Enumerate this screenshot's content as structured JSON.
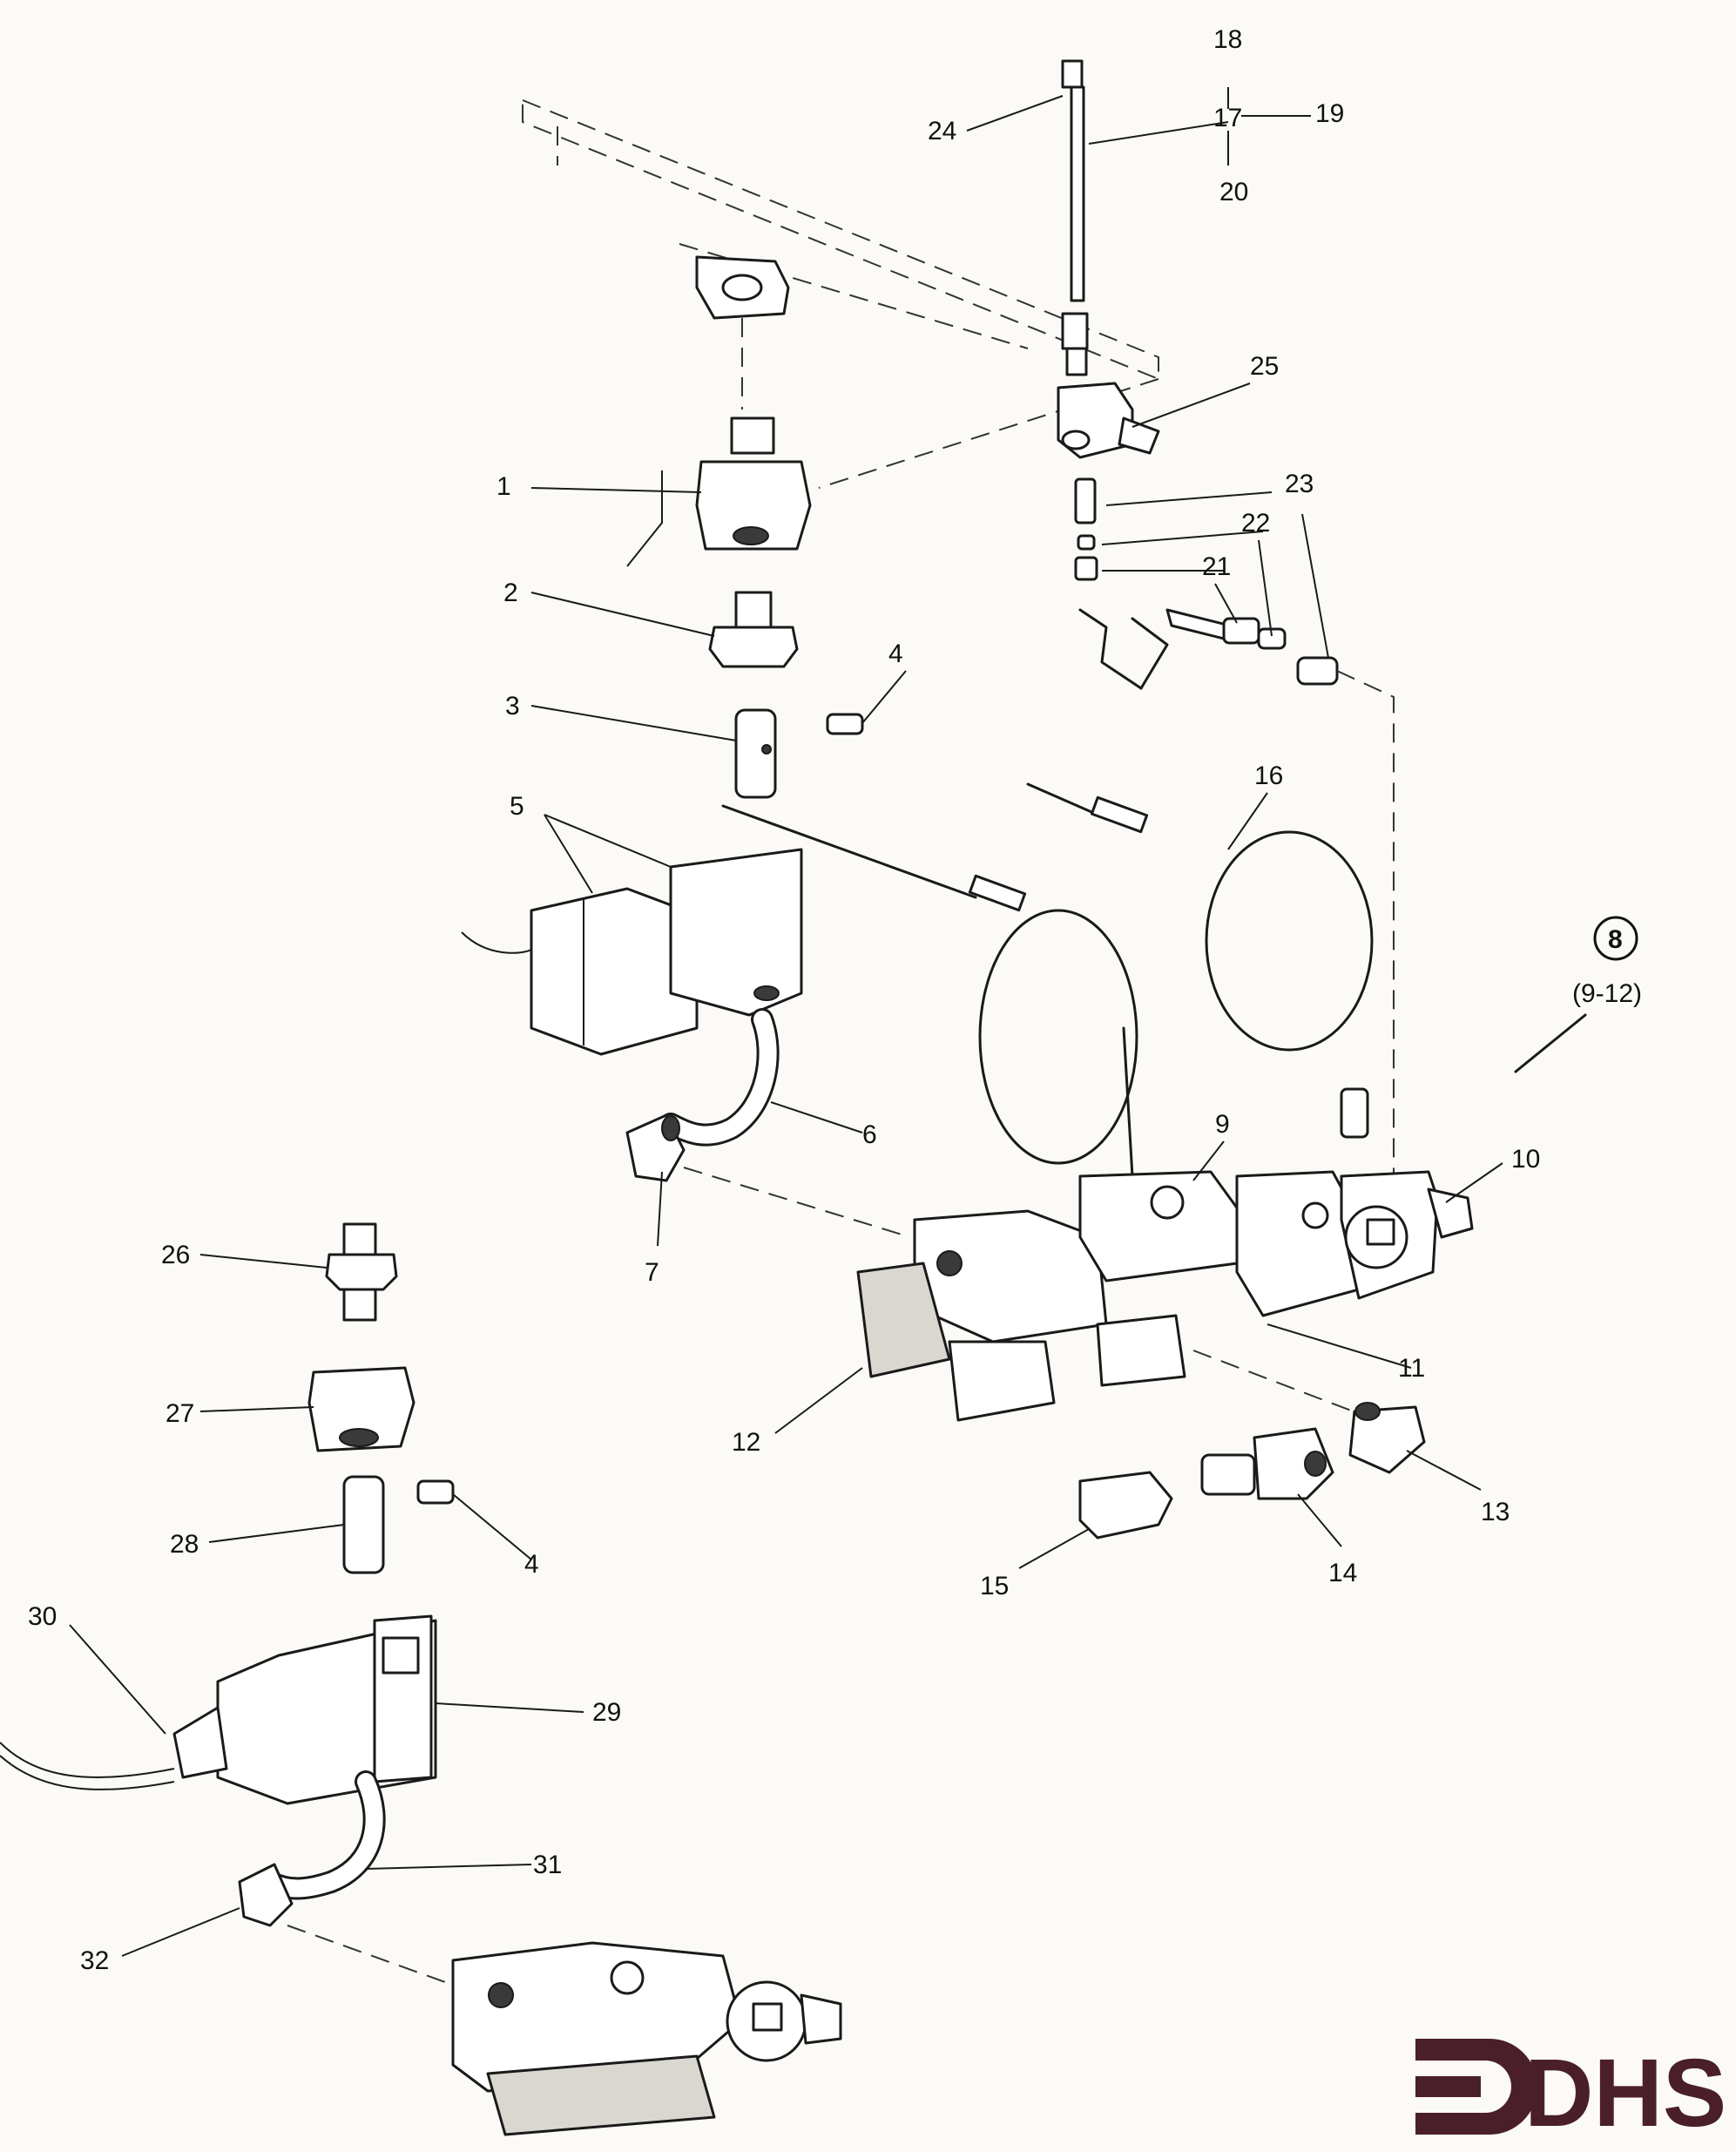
{
  "callouts": {
    "c1": "1",
    "c2": "2",
    "c3": "3",
    "c4a": "4",
    "c4b": "4",
    "c5": "5",
    "c6": "6",
    "c7": "7",
    "c8": "8",
    "c8sub": "(9-12)",
    "c9": "9",
    "c10": "10",
    "c11": "11",
    "c12": "12",
    "c13": "13",
    "c14": "14",
    "c15": "15",
    "c16": "16",
    "c17": "17",
    "c18": "18",
    "c19": "19",
    "c20": "20",
    "c21": "21",
    "c22": "22",
    "c23": "23",
    "c24": "24",
    "c25": "25",
    "c26": "26",
    "c27": "27",
    "c28": "28",
    "c29": "29",
    "c30": "30",
    "c31": "31",
    "c32": "32"
  },
  "logo": {
    "text": "DHS",
    "color": "#4a1f2a"
  }
}
